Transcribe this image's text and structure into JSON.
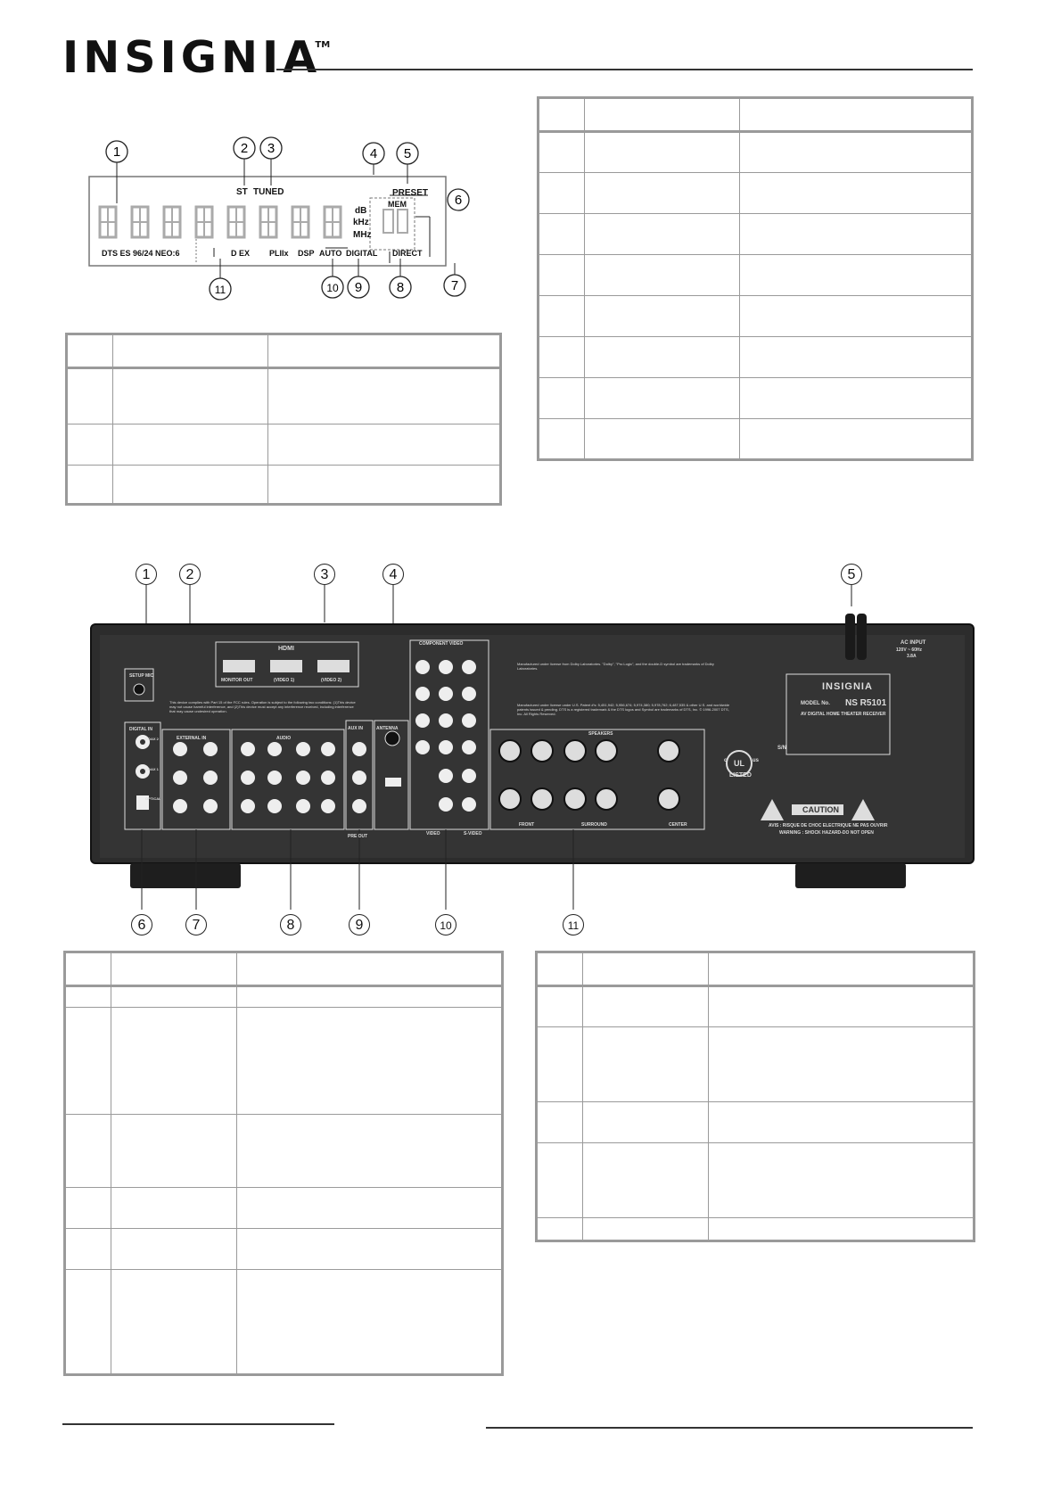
{
  "brand": {
    "name": "INSIGNIA",
    "tm": "TM"
  },
  "display_panel": {
    "indicators": [
      "ST",
      "TUNED",
      "PRESET",
      "MEM",
      "dB",
      "kHz",
      "MHz",
      "DTS ES 96/24 NEO:6",
      "D EX",
      "PLIIx",
      "DSP",
      "AUTO",
      "DIGITAL",
      "DIRECT"
    ],
    "callouts": [
      "1",
      "2",
      "3",
      "4",
      "5",
      "6",
      "7",
      "8",
      "9",
      "10",
      "11"
    ]
  },
  "rear_panel": {
    "callouts": [
      "1",
      "2",
      "3",
      "4",
      "5",
      "6",
      "7",
      "8",
      "9",
      "10",
      "11"
    ],
    "labels": {
      "setup_mic": "SETUP MIC",
      "hdmi": "HDMI",
      "monitor_out": "MONITOR OUT",
      "hdmi1": "(VIDEO 1)",
      "hdmi2": "(VIDEO 2)",
      "component_video": "COMPONENT VIDEO",
      "digital_in": "DIGITAL IN",
      "external_in": "EXTERNAL IN",
      "audio": "AUDIO",
      "aux_in": "AUX IN",
      "antenna": "ANTENNA",
      "speakers": "SPEAKERS",
      "front": "FRONT",
      "surround": "SURROUND",
      "center": "CENTER",
      "video": "VIDEO",
      "s_video": "S-VIDEO",
      "pre_out": "PRE OUT",
      "optical": "OPTICAL",
      "coax1": "COAX 1",
      "coax2": "COAX 2",
      "ac_input": "AC INPUT",
      "ac_rating": "120V ~ 60Hz",
      "ac_amps": "3.8A",
      "model_no": "MODEL No.",
      "model": "NS R5101",
      "model_desc": "AV DIGITAL HOME THEATER RECEIVER",
      "listed": "LISTED",
      "caution": "CAUTION",
      "caution_fr": "AVIS : RISQUE DE CHOC ELECTRIQUE NE PAS OUVRIR",
      "warning": "WARNING : SHOCK HAZARD-DO NOT OPEN",
      "sn": "S/N",
      "ul_c": "c",
      "ul_mark": "UL",
      "ul_us": "us",
      "fcc_notice": "This device complies with Part 15 of the FCC rules. Operation is subject to the following two conditions: (1)This device may not cause harmful interference, and (2)This device must accept any interference received, including interference that may cause undesired operation.",
      "dolby_notice": "Manufactured under license from Dolby Laboratories. \"Dolby\", \"Pro Logic\", and the double-D symbol are trademarks of Dolby Laboratories.",
      "dts_notice": "Manufactured under license under U.S. Patent #'s: 5,451,942; 5,956,674; 5,974,380; 5,978,762; 6,487,535 & other U.S. and worldwide patents issued & pending. DTS is a registered trademark & the DTS logos and Symbol are trademarks of DTS, Inc. © 1996-2007 DTS, Inc. All Rights Reserved."
    }
  }
}
